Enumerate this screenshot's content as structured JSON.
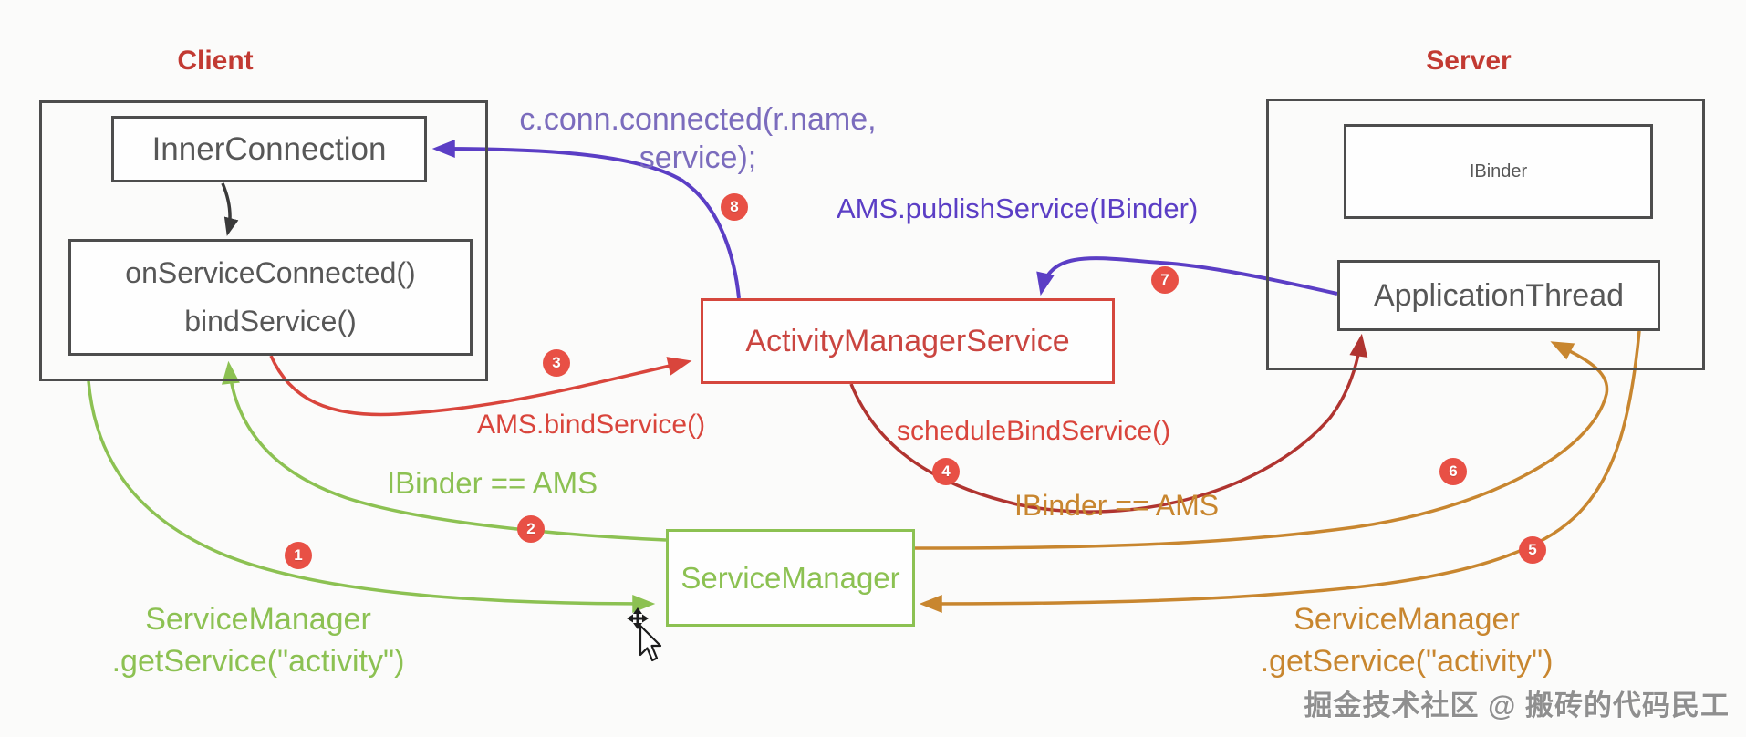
{
  "titles": {
    "client": "Client",
    "server": "Server"
  },
  "boxes": {
    "inner_connection": "InnerConnection",
    "on_service_connected_line1": "onServiceConnected()",
    "on_service_connected_line2": "bindService()",
    "ibinder": "IBinder",
    "application_thread": "ApplicationThread",
    "activity_manager_service": "ActivityManagerService",
    "service_manager": "ServiceManager"
  },
  "labels": {
    "conn_connected_line1": "c.conn.connected(r.name,",
    "conn_connected_line2": "service);",
    "publish_service": "AMS.publishService(IBinder)",
    "bind_service": "AMS.bindService()",
    "schedule_bind_service": "scheduleBindService()",
    "ibinder_eq_ams_green": "IBinder == AMS",
    "ibinder_eq_ams_orange": "IBinder == AMS",
    "get_service_green_line1": "ServiceManager",
    "get_service_green_line2": ".getService(\"activity\")",
    "get_service_orange_line1": "ServiceManager",
    "get_service_orange_line2": ".getService(\"activity\")"
  },
  "steps": [
    "1",
    "2",
    "3",
    "4",
    "5",
    "6",
    "7",
    "8"
  ],
  "watermark": "掘金技术社区 @ 搬砖的代码民工",
  "colors": {
    "title_red": "#c23a32",
    "box_gray": "#4d4d4d",
    "text_gray": "#575757",
    "ams_red": "#d5473d",
    "ams_text": "#ca4540",
    "sm_green": "#8cc152",
    "green": "#8cc152",
    "orange": "#c8862f",
    "red": "#d9453c",
    "dark_red": "#b03430",
    "purple": "#5b3ec5",
    "purple_text": "#7b6cbd",
    "badge_red": "#e85045",
    "watermark_gray": "#8f8f8f"
  }
}
